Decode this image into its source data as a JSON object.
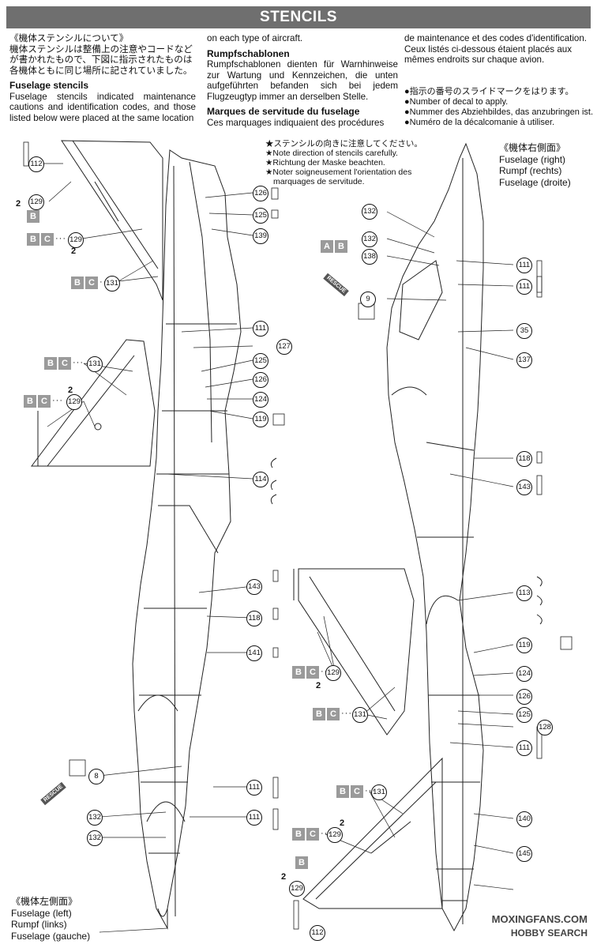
{
  "header": {
    "title": "STENCILS"
  },
  "intro": {
    "jp_title": "《機体ステンシルについて》",
    "jp_body": "機体ステンシルは整備上の注意やコードなどが書かれたもので、下図に指示されたものは各機体ともに同じ場所に記されていました。",
    "en_title": "Fuselage stencils",
    "en_body_1": "Fuselage stencils indicated maintenance cautions and identification codes, and those listed below were placed at the same location",
    "en_body_2": "on each type of aircraft.",
    "de_title": "Rumpfschablonen",
    "de_body": "Rumpfschablonen dienten für Warnhinweise zur Wartung und Kennzeichen, die unten aufgeführten befanden sich bei jedem Flugzeugtyp immer an derselben Stelle.",
    "fr_title": "Marques de servitude du fuselage",
    "fr_body_1": "Ces marquages indiquaient des procédures",
    "fr_body_2": "de maintenance et des codes d'identification. Ceux listés ci-dessous étaient placés aux mêmes endroits sur chaque avion."
  },
  "decal_legend": {
    "jp": "指示の番号のスライドマークをはります。",
    "en": "Number of decal to apply.",
    "de": "Nummer des Abziehbildes, das anzubringen ist.",
    "fr": "Numéro de la décalcomanie à utiliser."
  },
  "direction_note": {
    "jp": "★ステンシルの向きに注意してください。",
    "en": "★Note direction of stencils carefully.",
    "de": "★Richtung der Maske beachten.",
    "fr_1": "★Noter soigneusement l'orientation des",
    "fr_2": "marquages de servitude."
  },
  "right_side": {
    "jp": "《機体右側面》",
    "en": "Fuselage (right)",
    "de": "Rumpf (rechts)",
    "fr": "Fuselage (droite)"
  },
  "left_side": {
    "jp": "《機体左側面》",
    "en": "Fuselage (left)",
    "de": "Rumpf (links)",
    "fr": "Fuselage (gauche)"
  },
  "labels": {
    "b": "B",
    "c": "C",
    "a": "A",
    "two": "2",
    "dots": "···",
    "rescue": "RESCUE"
  },
  "callouts": {
    "n112": "112",
    "n129": "129",
    "n131": "131",
    "n126": "126",
    "n125": "125",
    "n139": "139",
    "n111": "111",
    "n127": "127",
    "n124": "124",
    "n119": "119",
    "n114": "114",
    "n143": "143",
    "n118": "118",
    "n141": "141",
    "n8": "8",
    "n132": "132",
    "n138": "138",
    "n9": "9",
    "n35": "35",
    "n137": "137",
    "n113": "113",
    "n128": "128",
    "n140": "140",
    "n145": "145"
  },
  "watermark": {
    "line1": "MOXINGFANS.COM",
    "line2": "HOBBY SEARCH"
  }
}
